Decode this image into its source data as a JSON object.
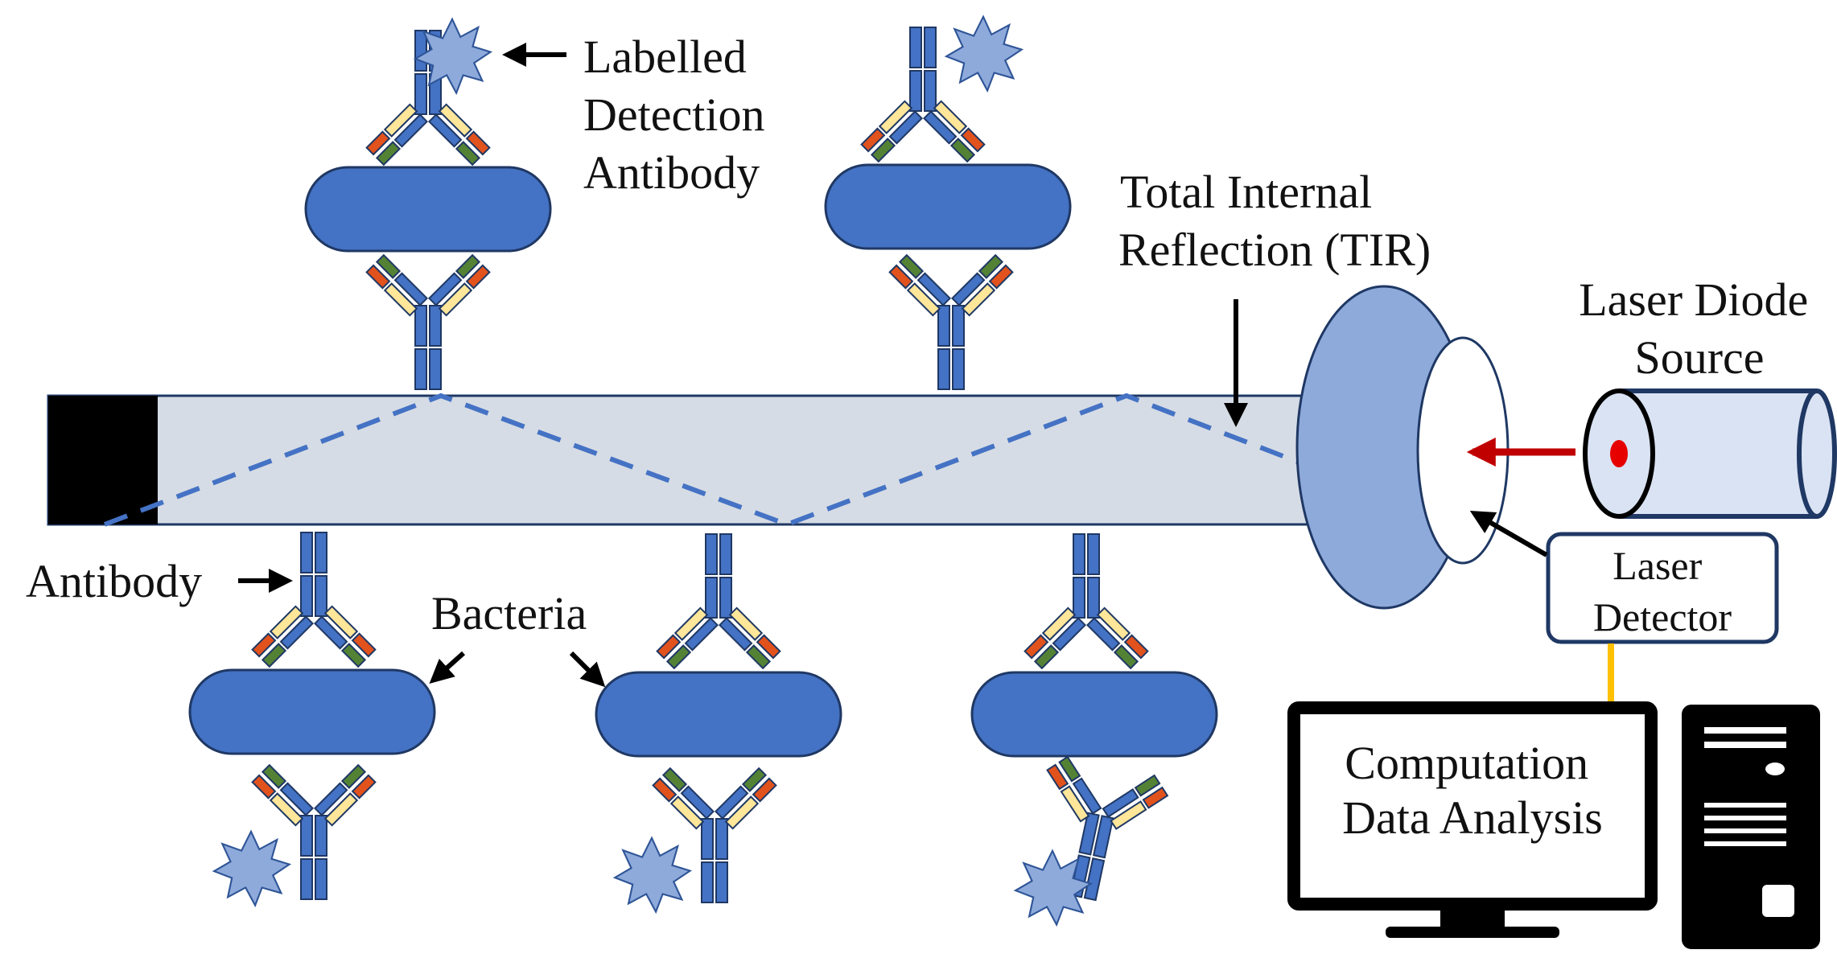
{
  "labels": {
    "labelled_detection_antibody": [
      "Labelled",
      "Detection",
      "Antibody"
    ],
    "tir": [
      "Total Internal",
      "Reflection (TIR)"
    ],
    "laser_diode_source": [
      "Laser Diode",
      "Source"
    ],
    "antibody": "Antibody",
    "bacteria": "Bacteria",
    "laser_detector": [
      "Laser",
      "Detector"
    ],
    "computation": [
      "Computation",
      "Data Analysis"
    ]
  },
  "colors": {
    "antibody_blue": "#4472c4",
    "bacteria_blue": "#4472c4",
    "star_blue": "#8eaadb",
    "fiber_fill": "#d6dce5",
    "laser_red": "#c00000",
    "yellow_line": "#ffc000",
    "chain_yellow": "#ffe699",
    "chain_red": "#e2521d",
    "chain_green": "#548235"
  },
  "icons": [
    "star-label-icon",
    "antibody-icon",
    "bacteria-icon",
    "monitor-icon",
    "computer-tower-icon",
    "laser-diode-icon",
    "lens-icon"
  ]
}
